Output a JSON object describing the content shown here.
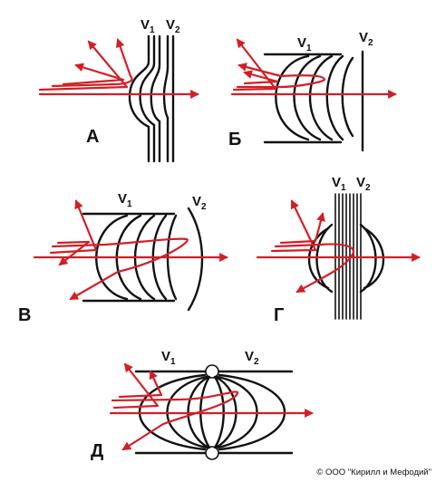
{
  "colors": {
    "line": "#111111",
    "ray": "#d21f26",
    "background": "#ffffff"
  },
  "panels": [
    {
      "id": "A",
      "label": "А",
      "v1": "V",
      "v1_sub": "1",
      "v2": "V",
      "v2_sub": "2"
    },
    {
      "id": "B",
      "label": "Б",
      "v1": "V",
      "v1_sub": "1",
      "v2": "V",
      "v2_sub": "2"
    },
    {
      "id": "V",
      "label": "В",
      "v1": "V",
      "v1_sub": "1",
      "v2": "V",
      "v2_sub": "2"
    },
    {
      "id": "G",
      "label": "Г",
      "v1": "V",
      "v1_sub": "1",
      "v2": "V",
      "v2_sub": "2"
    },
    {
      "id": "D",
      "label": "Д",
      "v1": "V",
      "v1_sub": "1",
      "v2": "V",
      "v2_sub": "2"
    }
  ],
  "copyright": "© ООО \"Кирилл и Мефодий\""
}
